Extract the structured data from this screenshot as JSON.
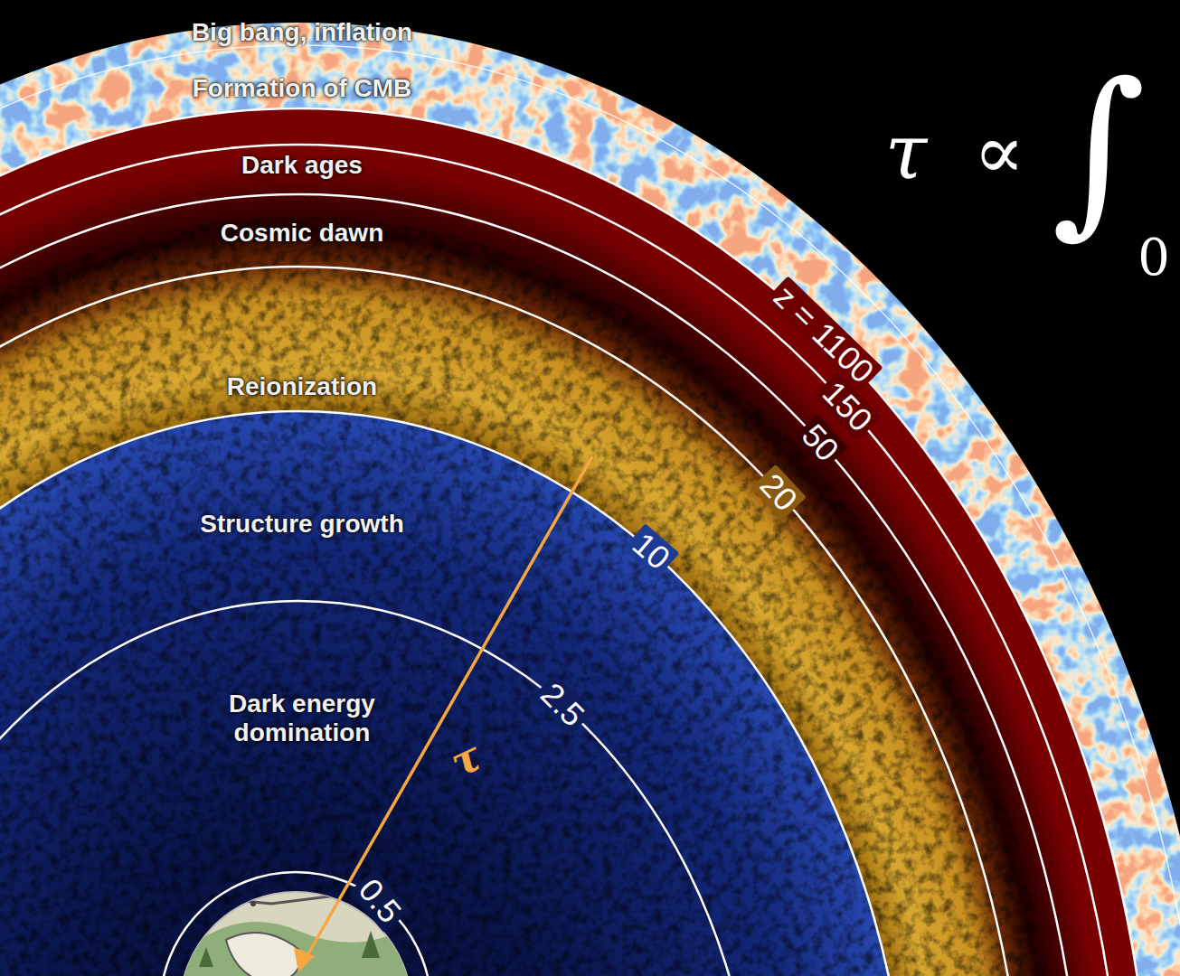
{
  "diagram": {
    "labels": [
      "Big bang, inflation",
      "Formation of CMB",
      "Dark ages",
      "Cosmic dawn",
      "Reionization",
      "Structure growth",
      "Dark energy domination",
      "z = 1100",
      "150",
      "50",
      "20",
      "10",
      "2.5",
      "0.5",
      "τ",
      "τ",
      "∝",
      "∫",
      "0"
    ]
  }
}
